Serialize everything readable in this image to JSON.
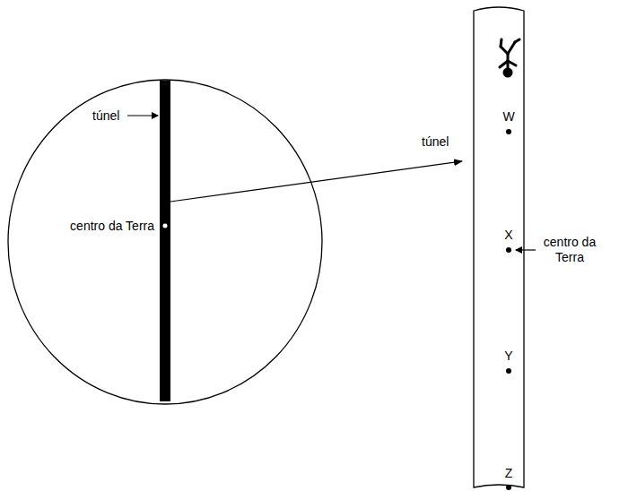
{
  "diagram": {
    "nodes": [
      {
        "text": [
          "túnel",
          "centro da Terra"
        ]
      },
      {
        "text": [
          "W",
          "X",
          "Y",
          "Z"
        ]
      }
    ],
    "edges": [
      {
        "from": 0,
        "to": 1,
        "arrow": "to",
        "label": "túnel"
      }
    ],
    "labels": [
      "centro da Terra"
    ]
  }
}
